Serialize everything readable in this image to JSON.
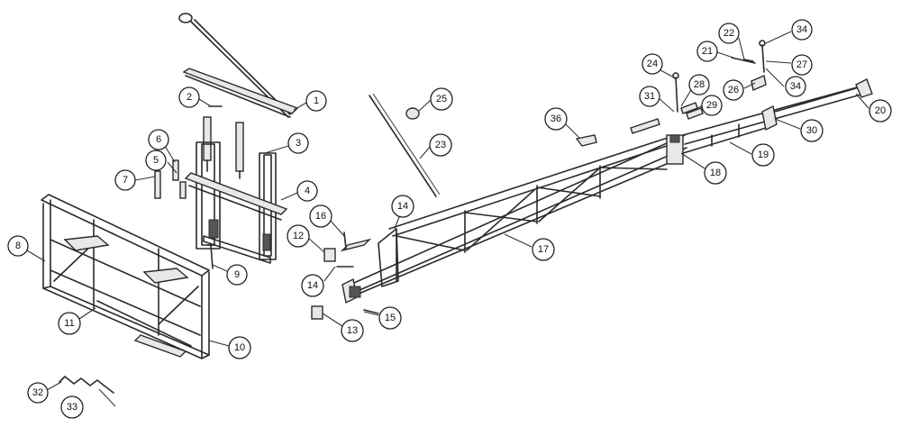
{
  "callouts": [
    {
      "n": "1"
    },
    {
      "n": "2"
    },
    {
      "n": "3"
    },
    {
      "n": "4"
    },
    {
      "n": "5"
    },
    {
      "n": "6"
    },
    {
      "n": "7"
    },
    {
      "n": "8"
    },
    {
      "n": "9"
    },
    {
      "n": "10"
    },
    {
      "n": "11"
    },
    {
      "n": "12"
    },
    {
      "n": "13"
    },
    {
      "n": "14"
    },
    {
      "n": "14"
    },
    {
      "n": "15"
    },
    {
      "n": "16"
    },
    {
      "n": "17"
    },
    {
      "n": "18"
    },
    {
      "n": "19"
    },
    {
      "n": "20"
    },
    {
      "n": "21"
    },
    {
      "n": "22"
    },
    {
      "n": "23"
    },
    {
      "n": "24"
    },
    {
      "n": "25"
    },
    {
      "n": "26"
    },
    {
      "n": "27"
    },
    {
      "n": "28"
    },
    {
      "n": "29"
    },
    {
      "n": "30"
    },
    {
      "n": "31"
    },
    {
      "n": "32"
    },
    {
      "n": "33"
    },
    {
      "n": "34"
    },
    {
      "n": "34"
    },
    {
      "n": "36"
    }
  ]
}
